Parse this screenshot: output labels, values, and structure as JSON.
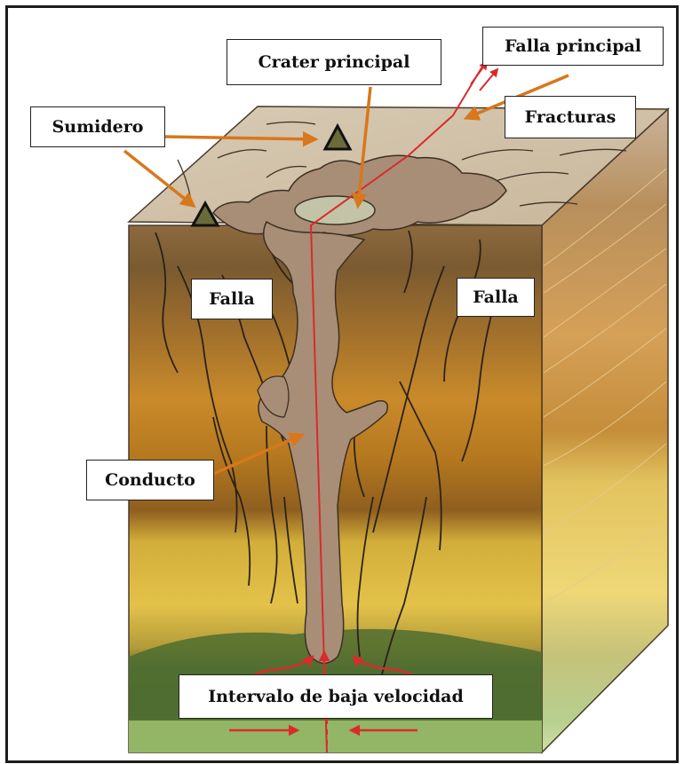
{
  "labels": {
    "falla_principal": "Falla principal",
    "crater_principal": "Crater principal",
    "sumidero": "Sumidero",
    "fracturas": "Fracturas",
    "falla_left": "Falla",
    "falla_right": "Falla",
    "conducto": "Conducto",
    "intervalo": "Intervalo de baja velocidad"
  },
  "colors": {
    "arrow": "#d8771c",
    "fault_line": "#d92b2b",
    "sinkhole_marker": "#6b6b3a",
    "conduit_rock": "#a88e76"
  }
}
